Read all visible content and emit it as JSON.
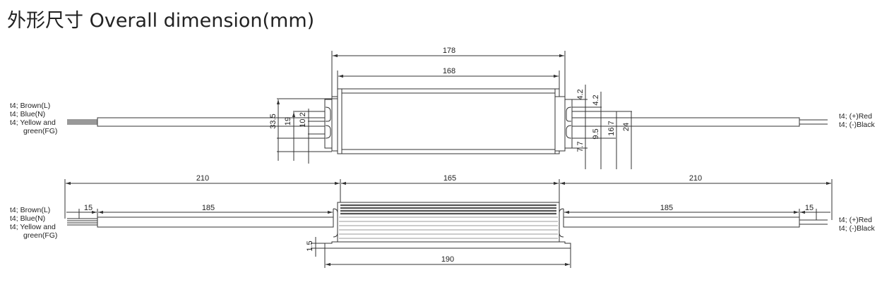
{
  "title": "外形尺寸 Overall dimension(mm)",
  "colors": {
    "line": "#333333",
    "body_fill": "#ffffff",
    "fin": "#555555"
  },
  "top_view": {
    "dims": {
      "overall_length": "178",
      "body_length": "168",
      "h_33_5": "33.5",
      "h_19": "19",
      "h_10_2": "10.2",
      "r_4_2_a": "4.2",
      "r_4_2_b": "4.2",
      "r_7_7": "7.7",
      "r_9_5": "9.5",
      "r_16_7": "16.7",
      "r_24": "24"
    },
    "left_labels": [
      "t4; Brown(L)",
      "t4; Blue(N)",
      "t4; Yellow and",
      "green(FG)"
    ],
    "right_labels": [
      "t4; (+)Red",
      "t4; (-)Black"
    ]
  },
  "side_view": {
    "dims": {
      "left_cable": "210",
      "body": "165",
      "right_cable": "210",
      "left_strip": "15",
      "left_jacket": "185",
      "right_jacket": "185",
      "right_strip": "15",
      "base_thickness": "1.5",
      "base_length": "190"
    },
    "left_labels": [
      "t4; Brown(L)",
      "t4; Blue(N)",
      "t4; Yellow and",
      "green(FG)"
    ],
    "right_labels": [
      "t4; (+)Red",
      "t4; (-)Black"
    ]
  }
}
